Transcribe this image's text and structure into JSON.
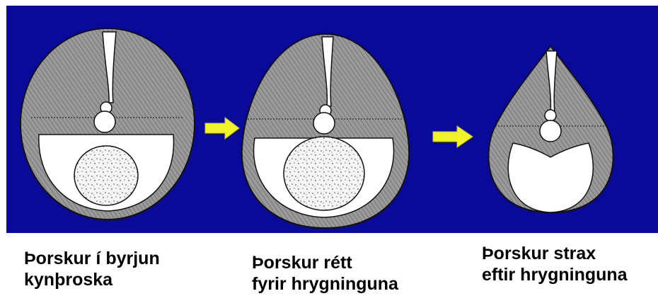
{
  "captions": {
    "stage1": "Þorskur í byrjun\nkynþroska",
    "stage2": "Þorskur rétt\nfyrir hrygninguna",
    "stage3": "Þorskur strax\neftir hrygninguna"
  },
  "colors": {
    "background": "#0a0a9a",
    "arrow": "#f2f22a",
    "muscle_fill": "#9a9a9a",
    "cavity_fill": "#ffffff",
    "outline": "#111111"
  },
  "icons": {
    "arrow": "right-arrow-icon"
  }
}
